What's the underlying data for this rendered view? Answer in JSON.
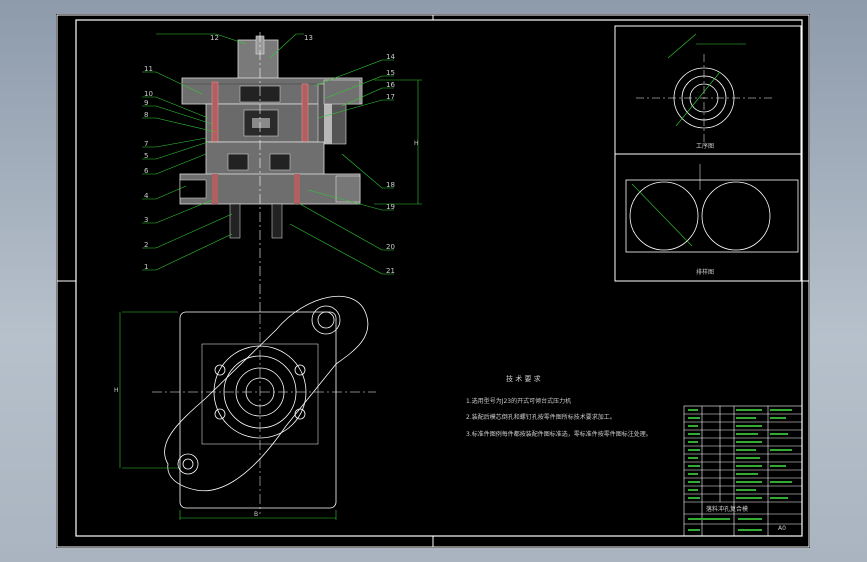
{
  "part_labels_left": [
    "11",
    "10",
    "9",
    "8",
    "7",
    "6",
    "5",
    "4",
    "3",
    "2",
    "1"
  ],
  "part_labels_left_extra": "5",
  "part_labels_right": [
    "14",
    "15",
    "16",
    "17",
    "18",
    "19",
    "20",
    "21"
  ],
  "top_labels": [
    "12",
    "13"
  ],
  "tech_title": "技 术 要 求",
  "tech_lines": [
    "1.选用型号为J23的开式可倾台式压力机",
    "2.装配后模芯倒孔和螺钉孔按零件图所标技术要求加工。",
    "3.标准件图例每件都按装配件图标准选，零标准件按零件图标注处理。"
  ],
  "caption_workpiece": "工序图",
  "caption_layout": "排样图",
  "dim_left": "H",
  "dim_bottom": "B",
  "dim_right": "H",
  "title_block_name": "落料冲孔复合模",
  "title_block_sheet": "A0"
}
